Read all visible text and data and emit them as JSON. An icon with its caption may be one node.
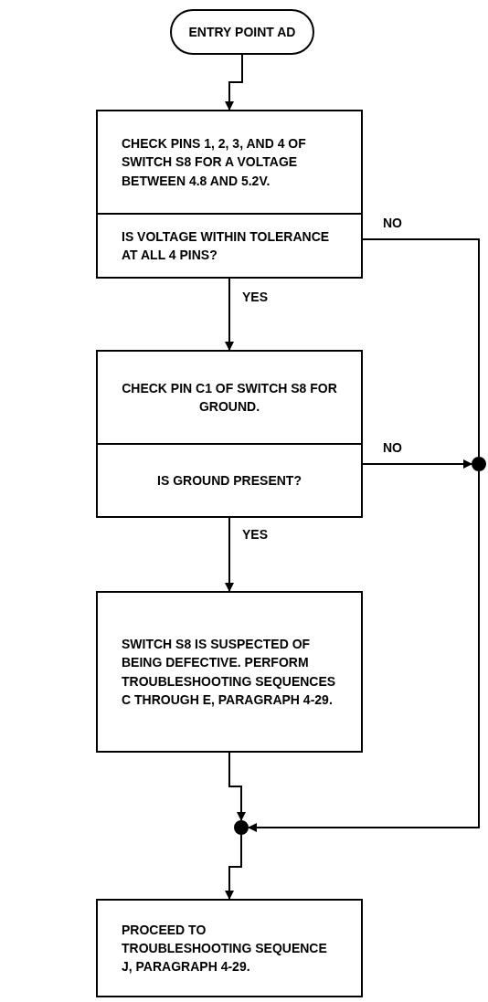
{
  "diagram": {
    "nodes": [
      {
        "text": [
          "ENTRY POINT AD"
        ]
      },
      {
        "text": [
          "CHECK PINS 1, 2, 3, AND 4 OF SWITCH S8 FOR A VOLTAGE BETWEEN 4.8 AND 5.2V.",
          "IS VOLTAGE WITHIN TOLERANCE AT ALL 4 PINS?"
        ]
      },
      {
        "text": [
          "CHECK PIN C1 OF SWITCH S8 FOR GROUND.",
          "IS GROUND PRESENT?"
        ]
      },
      {
        "text": [
          "SWITCH S8 IS SUSPECTED OF BEING DEFECTIVE. PERFORM TROUBLESHOOTING SEQUENCES C THROUGH E, PARAGRAPH 4-29."
        ]
      },
      {
        "text": [],
        "shape": "circle"
      },
      {
        "text": [],
        "shape": "circle"
      },
      {
        "text": [
          "PROCEED TO TROUBLESHOOTING SEQUENCE J, PARAGRAPH 4-29."
        ]
      }
    ],
    "edges": [
      {
        "from": 0,
        "to": 1,
        "arrow": "to"
      },
      {
        "from": 1,
        "to": 2,
        "arrow": "to",
        "label": "YES"
      },
      {
        "from": 2,
        "to": 3,
        "arrow": "to",
        "label": "YES"
      },
      {
        "from": 3,
        "to": 5,
        "arrow": "to"
      },
      {
        "from": 5,
        "to": 6,
        "arrow": "to"
      },
      {
        "from": 1,
        "to": 4,
        "arrow": "none",
        "label": "NO"
      },
      {
        "from": 2,
        "to": 4,
        "arrow": "to",
        "label": "NO"
      },
      {
        "from": 4,
        "to": 5,
        "arrow": "to"
      }
    ]
  }
}
